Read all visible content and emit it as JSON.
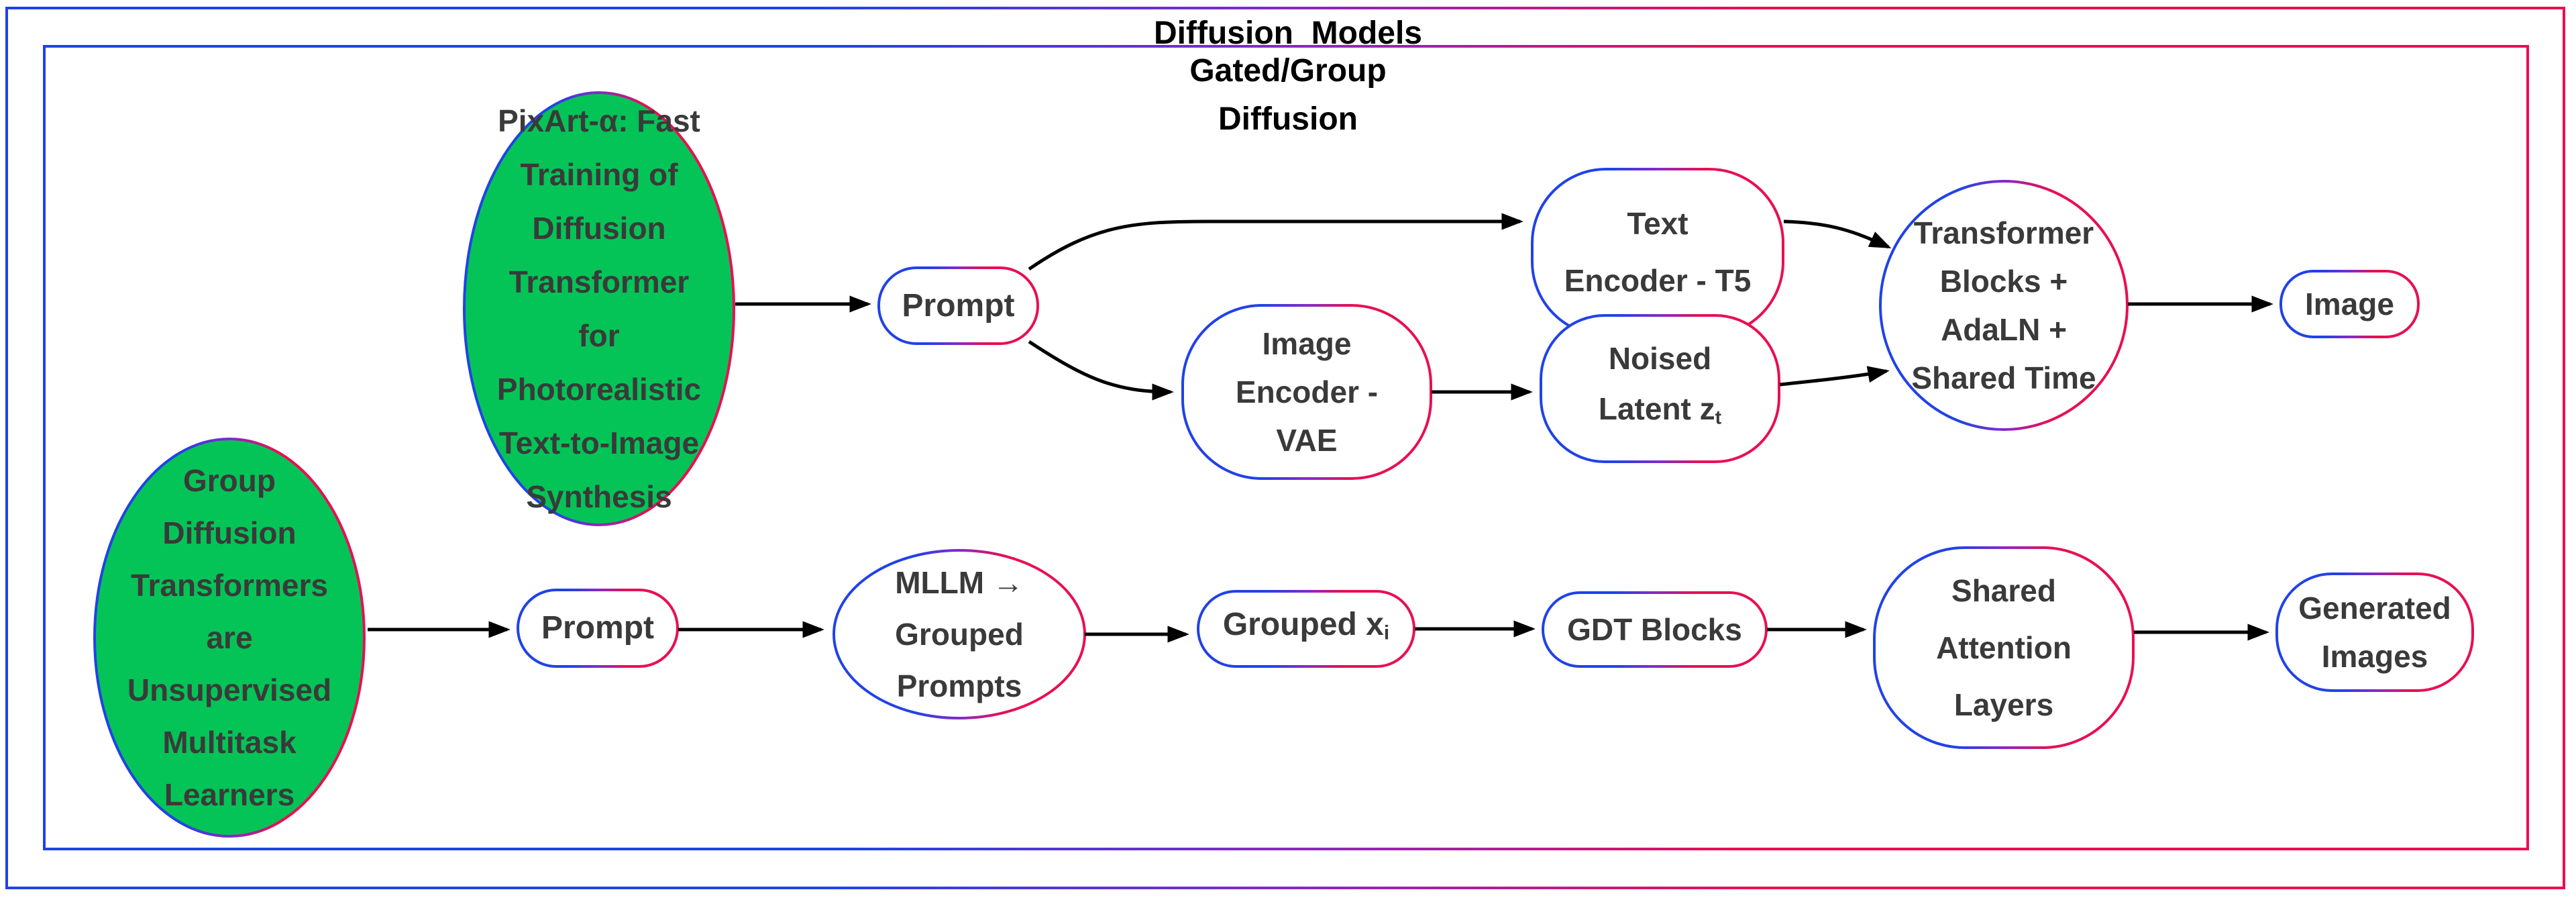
{
  "diagram": {
    "header": {
      "title": "Diffusion  Models",
      "subtitle1": "Gated/Group",
      "subtitle2": "Diffusion"
    },
    "papers": {
      "pixart": {
        "lines": [
          "PixArt-α: Fast",
          "Training of",
          "Diffusion",
          "Transformer",
          "for",
          "Photorealistic",
          "Text-to-Image",
          "Synthesis"
        ]
      },
      "group_diffusion": {
        "lines": [
          "Group",
          "Diffusion",
          "Transformers",
          "are",
          "Unsupervised",
          "Multitask",
          "Learners"
        ]
      }
    },
    "pixart_flow": {
      "prompt": "Prompt",
      "text_encoder": {
        "lines": [
          "Text",
          "Encoder - T5"
        ]
      },
      "image_encoder": {
        "lines": [
          "Image",
          "Encoder -",
          "VAE"
        ]
      },
      "noised_latent": {
        "line1": "Noised",
        "line2_main": "Latent z",
        "line2_sub": "t"
      },
      "transformer_blocks": {
        "lines": [
          "Transformer",
          "Blocks +",
          "AdaLN +",
          "Shared Time"
        ]
      },
      "image": "Image"
    },
    "gdt_flow": {
      "prompt": "Prompt",
      "mllm": {
        "lines": [
          "MLLM →",
          "Grouped",
          "Prompts"
        ]
      },
      "grouped_x": {
        "main": "Grouped x",
        "sub": "i"
      },
      "gdt_blocks": "GDT Blocks",
      "shared_attention": {
        "lines": [
          "Shared",
          "Attention",
          "Layers"
        ]
      },
      "generated_images": {
        "lines": [
          "Generated",
          "Images"
        ]
      }
    },
    "colors": {
      "node_fill_green": "#04c457",
      "border_blue": "#2142e8",
      "border_crimson": "#e80f52",
      "text_dark": "#3a3a3a",
      "arrow_black": "#000000"
    }
  }
}
